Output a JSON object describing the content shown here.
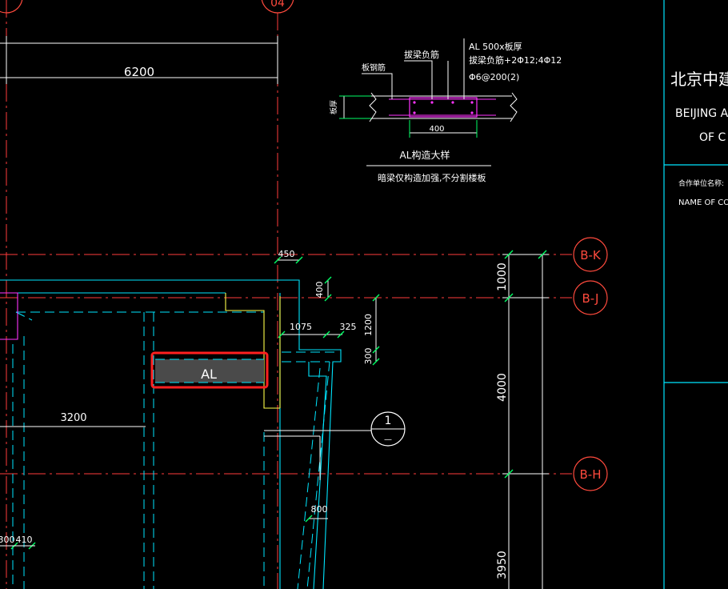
{
  "colors": {
    "background": "#000000",
    "axis_line": "#ff3b3b",
    "axis_bubble": "#ff4a3d",
    "dim_line": "#ffffff",
    "dim_tick": "#00ff66",
    "wall": "#00e6ff",
    "hidden": "#00e6ff",
    "yellow_wall": "#ffff4a",
    "magenta": "#ff33ff",
    "highlight": "#ff2020",
    "al_fill": "#4a4a4a",
    "titleblock": "#00e6ff"
  },
  "grid": {
    "top_bubbles": [
      "",
      "04"
    ],
    "right_bubbles": [
      "B-K",
      "B-J",
      "B-H"
    ]
  },
  "dimensions": {
    "span_top": "6200",
    "span_3200": "3200",
    "d450": "450",
    "d400": "400",
    "d1075": "1075",
    "d325": "325",
    "d1200": "1200",
    "d300a": "300",
    "d300b": "300",
    "d800": "800",
    "d410": "410",
    "v1000": "1000",
    "v4000": "4000",
    "v3950": "3950"
  },
  "section_mark": {
    "top": "1",
    "bottom": "—"
  },
  "highlight_beam": {
    "label": "AL"
  },
  "detail": {
    "title": "AL构造大样",
    "note": "暗梁仅构造加强,不分割楼板",
    "spec_line1": "AL 500x板厚",
    "spec_line2": "拔梁负筋+2Φ12;4Φ12",
    "spec_line3": "Φ6@200(2)",
    "label_slab_bar": "板钢筋",
    "label_neg_bar": "拔梁负筋",
    "label_thk": "板厚",
    "width_dim": "400"
  },
  "title_block": {
    "company_cn": "北京中建建",
    "company_en_1": "BEIJING A",
    "company_en_2": "OF C",
    "field_cn": "合作单位名称:",
    "field_en": "NAME OF CO"
  }
}
